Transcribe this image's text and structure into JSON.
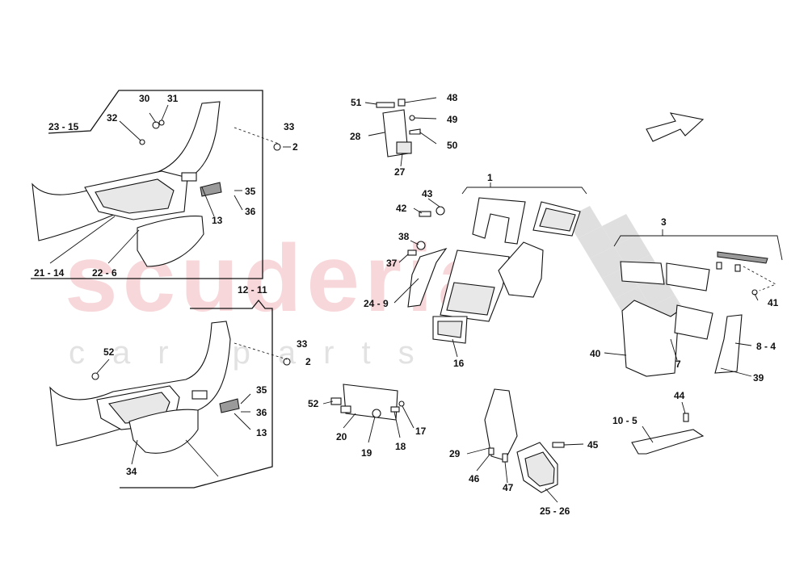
{
  "watermark": {
    "main": "scuderia",
    "sub": "car parts"
  },
  "callouts": [
    "30",
    "31",
    "32",
    "23 - 15",
    "33",
    "2",
    "35",
    "36",
    "13",
    "21 - 14",
    "22 - 6",
    "12 - 11",
    "52",
    "33",
    "2",
    "35",
    "36",
    "13",
    "34",
    "51",
    "48",
    "49",
    "28",
    "50",
    "27",
    "1",
    "43",
    "42",
    "38",
    "37",
    "24 - 9",
    "16",
    "3",
    "41",
    "40",
    "7",
    "8 - 4",
    "39",
    "44",
    "10 - 5",
    "52",
    "20",
    "19",
    "18",
    "17",
    "29",
    "46",
    "47",
    "45",
    "25 - 26"
  ],
  "colors": {
    "ink": "#111111",
    "watermark_red": "#f2b8bd",
    "watermark_grey": "#d6d6d6"
  }
}
